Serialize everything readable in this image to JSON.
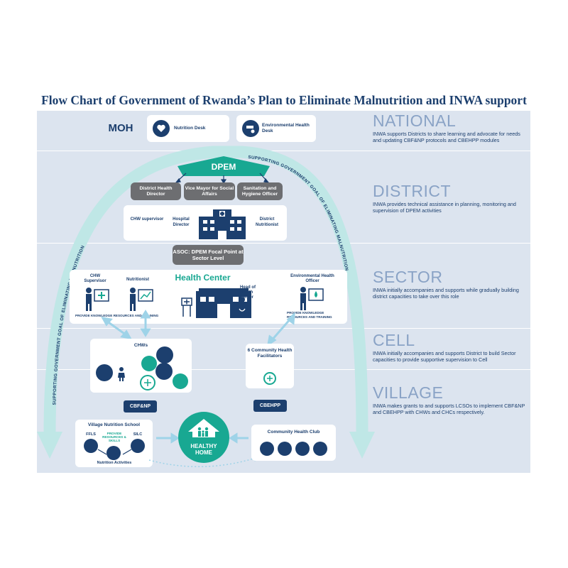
{
  "title": "Flow Chart of Government of Rwanda’s Plan to Eliminate Malnutrition and INWA support",
  "colors": {
    "navy": "#1c3f6e",
    "teal": "#18a892",
    "light_teal": "#bfe7e6",
    "band": "#dce4ef",
    "grey_box": "#6d6e71",
    "level_text": "#8aa3c6"
  },
  "arc_label": "SUPPORTING GOVERNMENT GOAL OF ELIMINATING MALNUTRITION",
  "levels": [
    {
      "name": "NATIONAL",
      "desc": "INWA supports Districts to share learning and advocate for needs and updating CBF&NP protocols and CBEHPP modules"
    },
    {
      "name": "DISTRICT",
      "desc": "INWA provides technical assistance in planning, monitoring and supervision of DPEM activities"
    },
    {
      "name": "SECTOR",
      "desc": "INWA initially accompanies and supports while gradually building district capacities to take over this role"
    },
    {
      "name": "CELL",
      "desc": "INWA initially accompanies and supports District to build Sector capacities to provide supportive supervision to Cell"
    },
    {
      "name": "VILLAGE",
      "desc": "INWA makes grants to and supports LCSOs to implement CBF&NP and CBEHPP with CHWs and CHCs respectively."
    }
  ],
  "national": {
    "moh": "MOH",
    "nutrition_desk": "Nutrition Desk",
    "env_desk": "Environmental Health Desk"
  },
  "district": {
    "dpem": "DPEM",
    "boxes": [
      "District Health Director",
      "Vice Mayor for Social Affairs",
      "Sanitation and Hygiene Officer"
    ],
    "chw_supervisor": "CHW supervisor",
    "hospital_director": "Hospital Director",
    "district_nutritionist": "District Nutritionist"
  },
  "sector": {
    "asoc": "ASOC: DPEM Focal Point at Sector Level",
    "health_center": "Health Center",
    "chw_supervisor": "CHW Supervisor",
    "nutritionist": "Nutritionist",
    "head_hc": "Head of Health Center",
    "env_officer": "Environmental Health Officer",
    "provide_left": "PROVIDE KNOWLEDGE RESOURCES AND TRAINING",
    "provide_right": "PROVIDE KNOWLEDGE RESOURCES AND TRAINING"
  },
  "cell": {
    "chws": "CHWs",
    "facilitators": "6 Community Health Facilitators"
  },
  "village": {
    "cbfnp": "CBF&NP",
    "cbehpp": "CBEHPP",
    "school": "Village Nutrition School",
    "ffls": "FFLS",
    "provide": "PROVIDE RESOURCES & SKILLS",
    "silc": "SILC",
    "activities": "Nutrition Activities",
    "healthy_home": "HEALTHY HOME",
    "club": "Community Health Club"
  }
}
